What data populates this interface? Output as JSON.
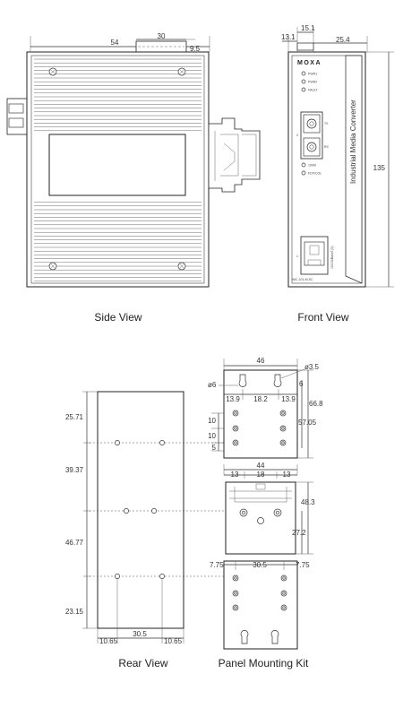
{
  "labels": {
    "side_view": "Side View",
    "front_view": "Front View",
    "rear_view": "Rear View",
    "panel_mounting_kit": "Panel Mounting Kit"
  },
  "front_panel": {
    "brand": "MOXA",
    "product": "Industrial Media Converter",
    "leds": [
      "PWR1",
      "PWR2",
      "FAULT"
    ],
    "port_leds": [
      "100M",
      "FDX/COL"
    ],
    "port_labels": [
      "TX",
      "RX"
    ],
    "port_number_1": "2",
    "port_number_2": "1",
    "rj45_label": "10/100BaseT(X)",
    "model": "IMC-101-M-SC"
  },
  "dimensions": {
    "side_width": "54",
    "side_connector": "30",
    "side_offset": "9.5",
    "front_13_1": "13.1",
    "front_15_1": "15.1",
    "front_25_4": "25.4",
    "height_135": "135",
    "rear_25_71": "25.71",
    "rear_39_37": "39.37",
    "rear_46_77": "46.77",
    "rear_23_15": "23.15",
    "rear_10_65_left": "10.65",
    "rear_30_5": "30.5",
    "rear_10_65_right": "10.65",
    "kit_46": "46",
    "kit_d3_5": "ø3.5",
    "kit_d6": "ø6",
    "kit_6": "6",
    "kit_13_9_left": "13.9",
    "kit_18_2": "18.2",
    "kit_13_9_right": "13.9",
    "kit_66_8": "66.8",
    "kit_57_05": "57.05",
    "kit_10_a": "10",
    "kit_10_b": "10",
    "kit_5": "5",
    "kit_44": "44",
    "kit_13_left": "13",
    "kit_18": "18",
    "kit_13_right": "13",
    "kit_48_3": "48.3",
    "kit_27_2": "27.2",
    "kit_7_75_left": "7.75",
    "kit_30_5": "30.5",
    "kit_7_75_right": "7.75"
  }
}
